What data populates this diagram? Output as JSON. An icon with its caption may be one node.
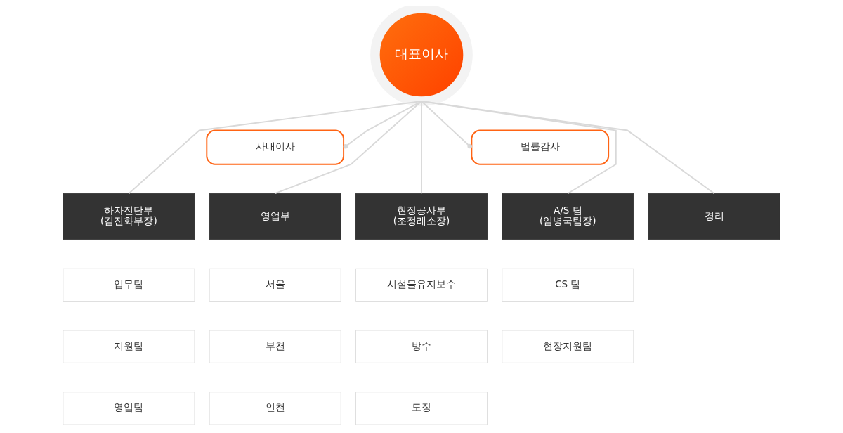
{
  "diagram": {
    "nodes": [
      {
        "text": [
          "대표이사"
        ]
      },
      {
        "text": [
          "사내이사"
        ]
      },
      {
        "text": [
          "법률감사"
        ]
      },
      {
        "text": [
          "하자진단부",
          "(김진화부장)"
        ]
      },
      {
        "text": [
          "영업부"
        ]
      },
      {
        "text": [
          "현장공사부",
          "(조정래소장)"
        ]
      },
      {
        "text": [
          "A/S 팀",
          "(임병국팀장)"
        ]
      },
      {
        "text": [
          "경리"
        ]
      },
      {
        "text": [
          "업무팀"
        ]
      },
      {
        "text": [
          "지원팀"
        ]
      },
      {
        "text": [
          "영업팀"
        ]
      },
      {
        "text": [
          "서울"
        ]
      },
      {
        "text": [
          "부천"
        ]
      },
      {
        "text": [
          "인천"
        ]
      },
      {
        "text": [
          "시설물유지보수"
        ]
      },
      {
        "text": [
          "방수"
        ]
      },
      {
        "text": [
          "도장"
        ]
      },
      {
        "text": [
          "CS 팀"
        ]
      },
      {
        "text": [
          "현장지원팀"
        ]
      }
    ],
    "edges": [
      {
        "from": 0,
        "to": 1,
        "arrow": "other"
      },
      {
        "from": 0,
        "to": 2,
        "arrow": "other"
      },
      {
        "from": 0,
        "to": 3,
        "arrow": "none"
      },
      {
        "from": 0,
        "to": 4,
        "arrow": "none"
      },
      {
        "from": 0,
        "to": 5,
        "arrow": "none"
      },
      {
        "from": 0,
        "to": 6,
        "arrow": "none"
      },
      {
        "from": 0,
        "to": 7,
        "arrow": "none"
      }
    ]
  }
}
